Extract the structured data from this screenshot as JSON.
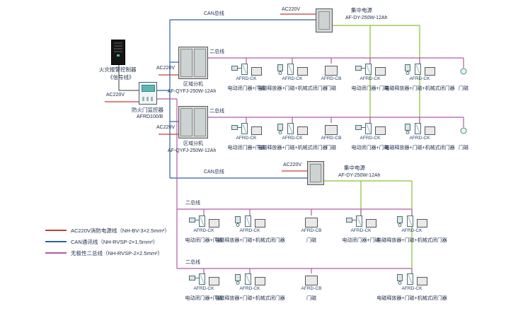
{
  "colors": {
    "ac220v_power_line": "#c93a3a",
    "can_comm_line": "#2b5fa8",
    "two_bus_line": "#b25aa5",
    "dc_output_line": "#86c232"
  },
  "legend": {
    "items": [
      {
        "label": "AC220V消防电源线（NH-BV-3×2.5mm²）",
        "color": "#c93a3a"
      },
      {
        "label": "CAN通讯线（NH-RVSP-2×1.5mm²）",
        "color": "#2b5fa8"
      },
      {
        "label": "无极性二总线（NH-RVSP-2×2.5mm²）",
        "color": "#b25aa5"
      }
    ]
  },
  "controller": {
    "name": "火灾报警控制器",
    "signal_label": "《信号线》"
  },
  "monitor": {
    "power_label": "AC220V",
    "name": "防火门监控器",
    "model": "AFRD100/B"
  },
  "top_branch": {
    "bus_label": "CAN总线",
    "power_label": "AC220V",
    "name": "集中电源",
    "model": "AF-DY-250W-12Ah"
  },
  "row2": {
    "bus_label": "二总线",
    "power_label": "AC220V",
    "name": "区域分机",
    "model": "AF-QYFJ-250W-12Ah"
  },
  "row3": {
    "bus_label": "二总线",
    "power_label": "AC220V",
    "name": "区域分机",
    "model": "AF-QYFJ-250W-12Ah"
  },
  "row4": {
    "bus_label": "CAN总线",
    "power_label": "AC220V",
    "name": "集中电源",
    "model": "AF-DY-250W-12Ah"
  },
  "row5": {
    "bus_label": "二总线"
  },
  "row6": {
    "bus_label": "二总线"
  },
  "device_rows": [
    {
      "devices": [
        {
          "module": "AFRD-CK",
          "desc": "电动闭门器+门磁"
        },
        {
          "module": "AFRD-CK",
          "desc": "电磁释放器+门磁+机械式闭门器"
        },
        {
          "module": "AFRD-CB",
          "desc": "门磁"
        },
        {
          "module": "AFRD-CK",
          "desc": "电动闭门器+门磁"
        },
        {
          "module": "AFRD-CK",
          "desc": "电磁释放器+门磁+机械式闭门器"
        },
        {
          "module": "",
          "desc": "门磁"
        }
      ]
    },
    {
      "devices": [
        {
          "module": "AFRD-CK",
          "desc": "电动闭门器+门磁"
        },
        {
          "module": "AFRD-CK",
          "desc": "电磁释放器+门磁+机械式闭门器"
        },
        {
          "module": "AFRD-CB",
          "desc": "门磁"
        },
        {
          "module": "AFRD-CK",
          "desc": "电动闭门器+门磁"
        },
        {
          "module": "AFRD-CK",
          "desc": "电磁释放器+门磁+机械式闭门器"
        },
        {
          "module": "",
          "desc": "门磁"
        }
      ]
    },
    {
      "devices": [
        {
          "module": "AFRD-CK",
          "desc": "电动闭门器+门磁"
        },
        {
          "module": "AFRD-CK",
          "desc": "电磁释放器+门磁+机械式闭门器"
        },
        {
          "module": "AFRD-CB",
          "desc": "门磁"
        },
        {
          "module": "AFRD-CK",
          "desc": "电动闭门器+门磁"
        },
        {
          "module": "AFRD-CK",
          "desc": "电磁释放器+门磁+机械式闭门器"
        }
      ]
    },
    {
      "devices": [
        {
          "module": "AFRD-CK",
          "desc": "电动闭门器+门磁"
        },
        {
          "module": "AFRD-CK",
          "desc": "电磁释放器+门磁+机械式闭门器"
        },
        {
          "module": "AFRD-CB",
          "desc": "门磁"
        },
        {
          "module": "AFRD-CK",
          "desc": "电磁释放器+门磁+机械式闭门器"
        }
      ]
    }
  ]
}
